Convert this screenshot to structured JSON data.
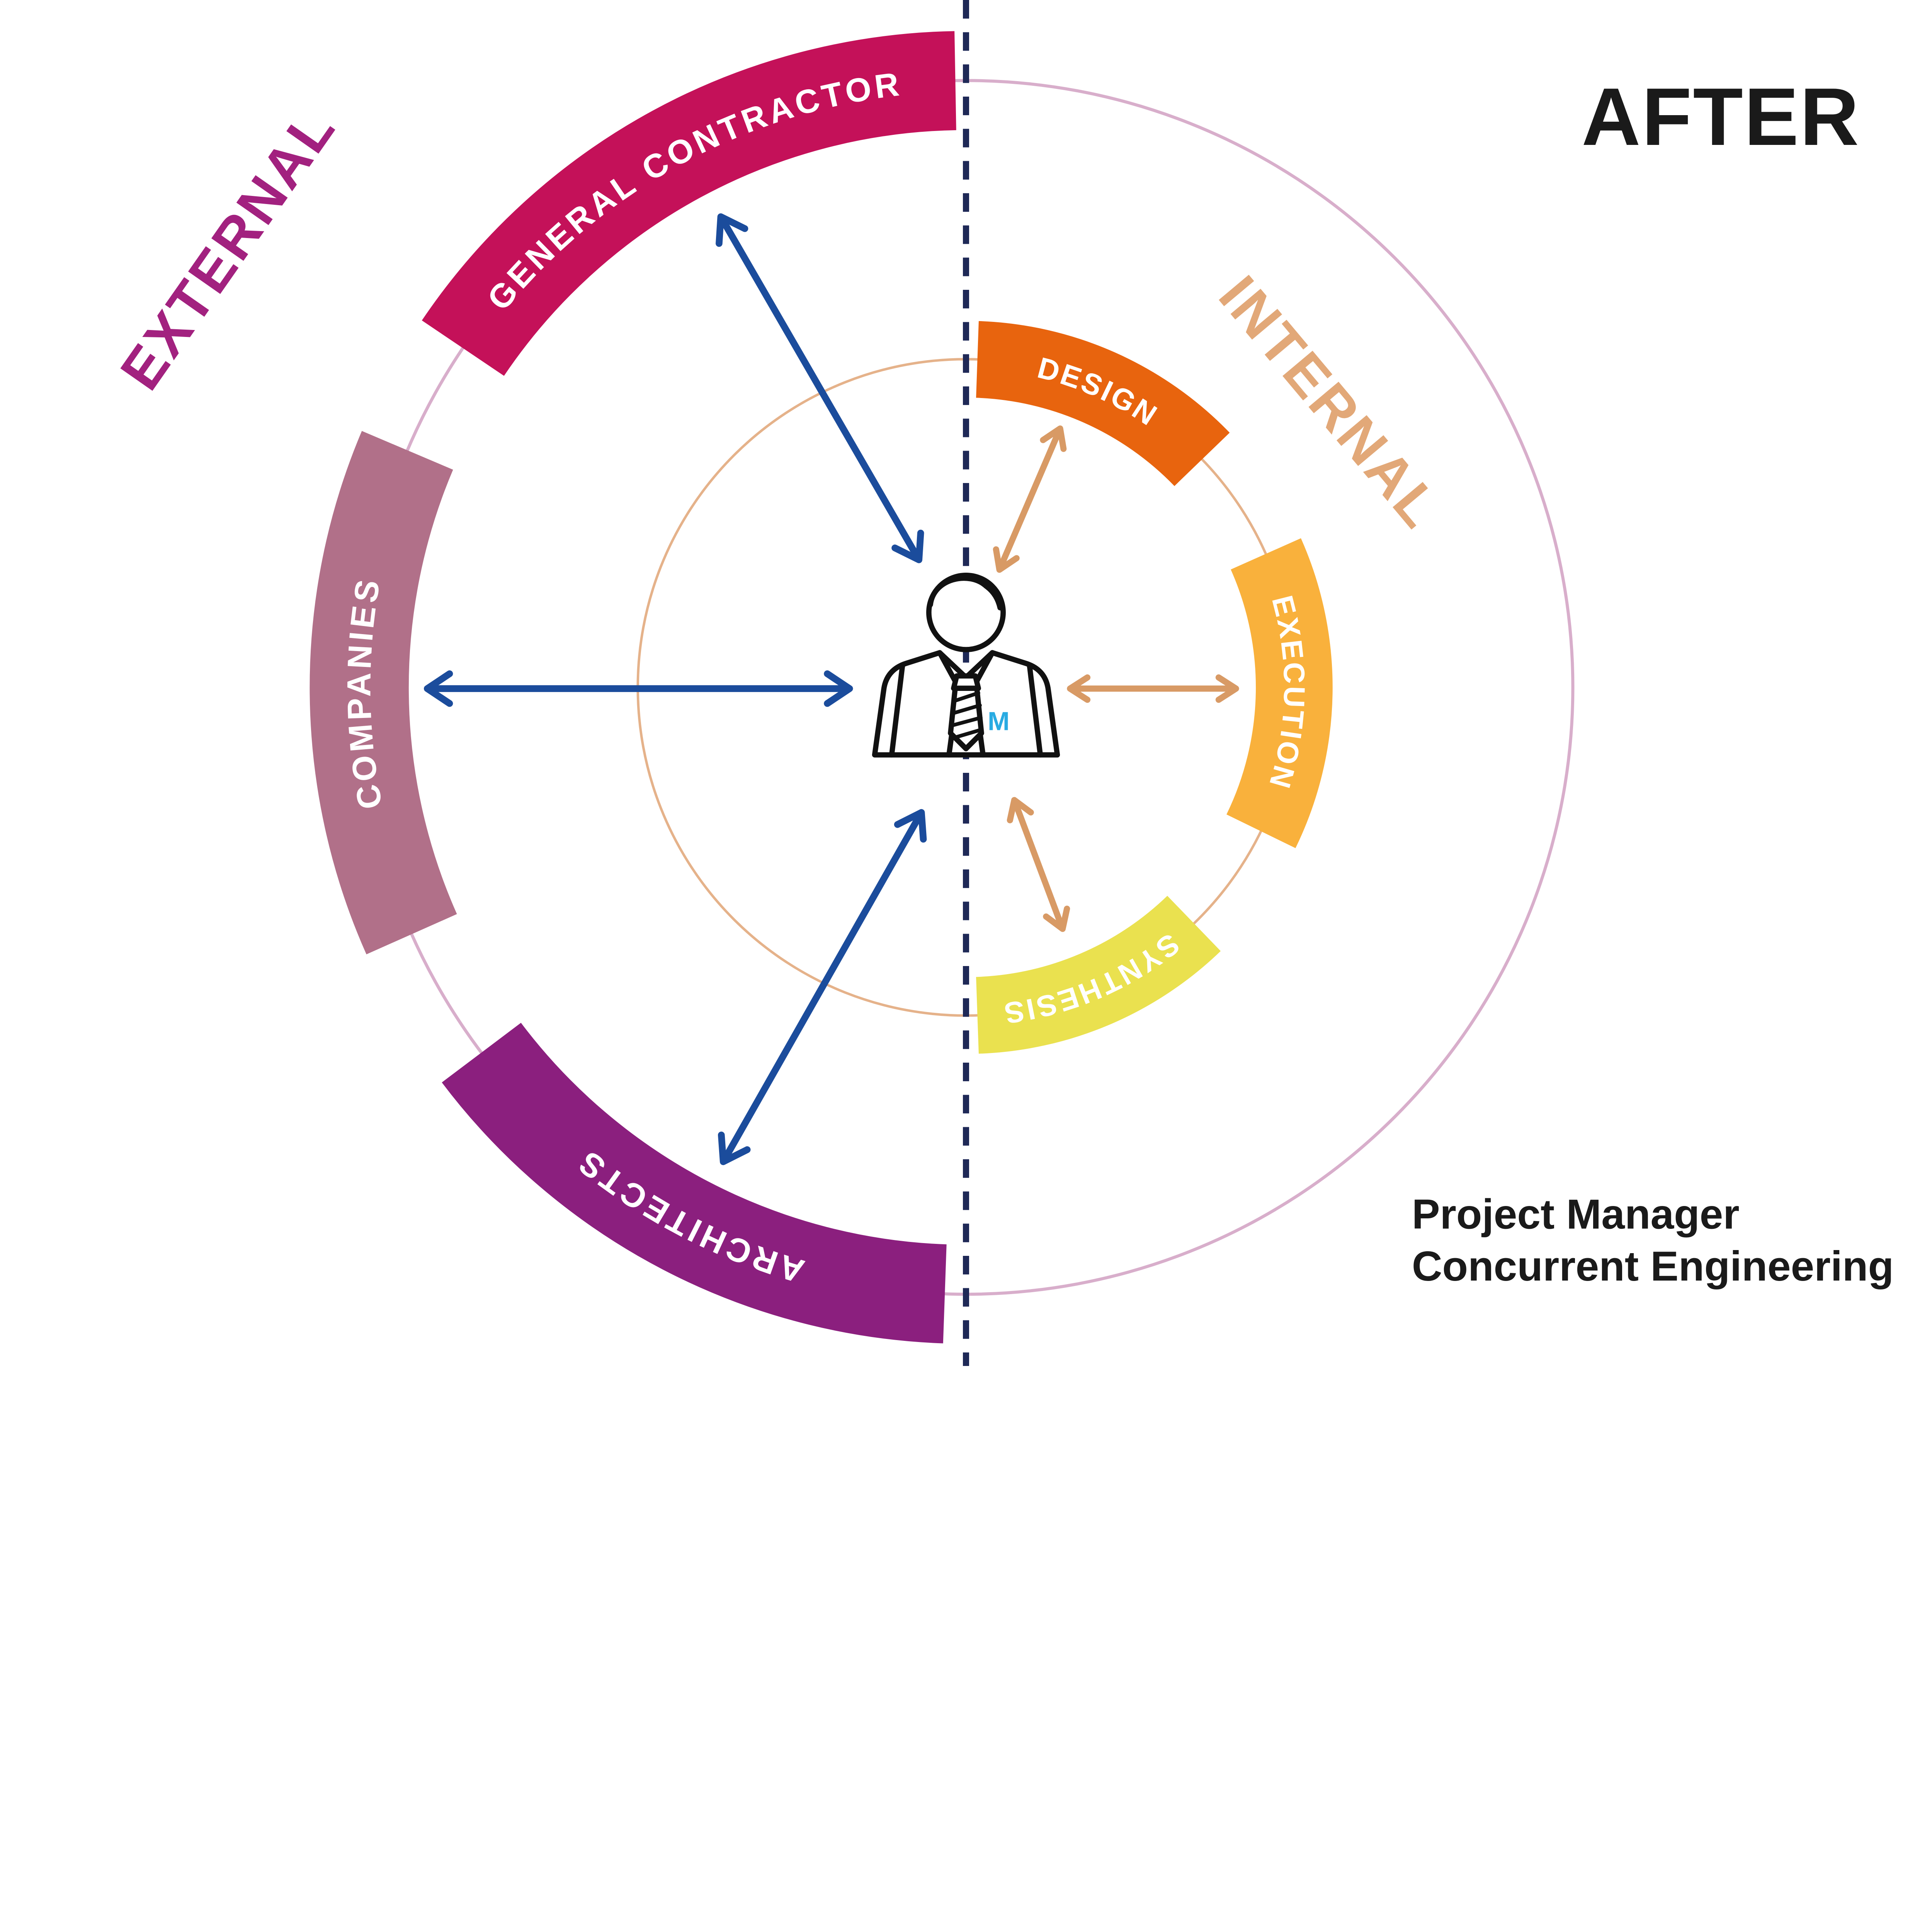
{
  "header": {
    "title": "AFTER"
  },
  "caption": {
    "line1": "Project Manager",
    "line2": "Concurrent Engineering"
  },
  "external": {
    "label": "EXTERNAL",
    "color": "#A2217F",
    "segments": [
      {
        "label": "GENERAL CONTRACTOR",
        "color": "#C41159"
      },
      {
        "label": "COMPANIES",
        "color": "#B17089"
      },
      {
        "label": "ARCHITECTS",
        "color": "#8B1F7E"
      }
    ]
  },
  "internal": {
    "label": "INTERNAL",
    "color": "#E2A878",
    "segments": [
      {
        "label": "DESIGN",
        "color": "#E8640E"
      },
      {
        "label": "EXECUTION",
        "color": "#F9B13C"
      },
      {
        "label": "SYNTHESIS",
        "color": "#EAE14F"
      }
    ]
  },
  "center": {
    "monogram": "M",
    "monogram_color": "#29ABE2"
  },
  "colors": {
    "external_arrow": "#1B4C9C",
    "internal_arrow": "#D89A65",
    "divider": "#1F2957",
    "outer_circle": "#D8AECB",
    "inner_circle": "#E5B28A",
    "band_text": "#FFFFFF",
    "heading_text": "#1A1A1A"
  }
}
